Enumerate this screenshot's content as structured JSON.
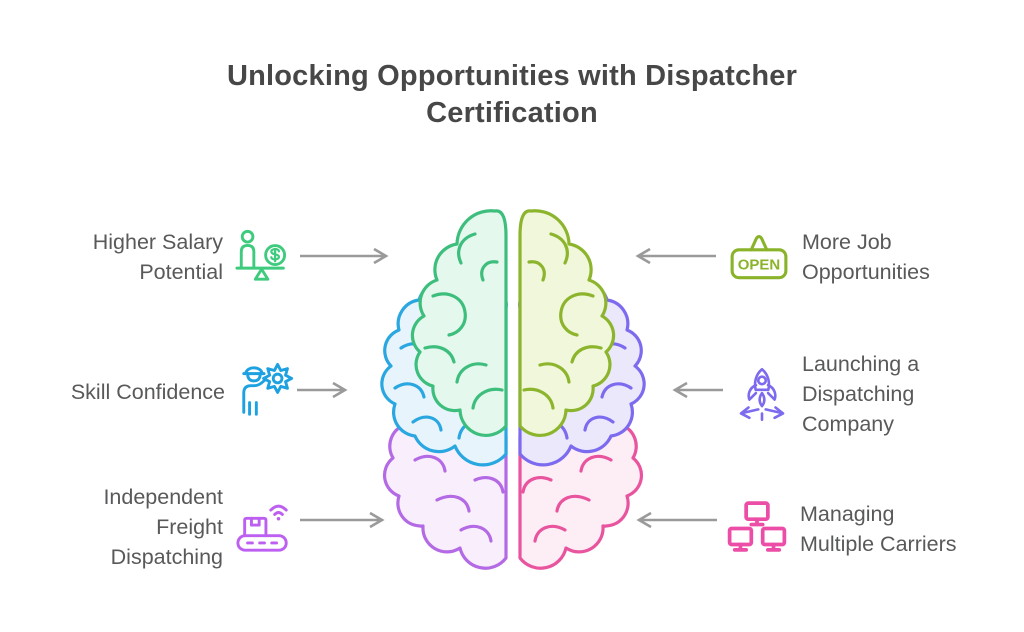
{
  "title": {
    "lines": [
      "Unlocking Opportunities with Dispatcher",
      "Certification"
    ],
    "color": "#474747"
  },
  "benefits": [
    {
      "lines": [
        "Higher Salary",
        "Potential"
      ],
      "icon": "salary-balance-icon",
      "color": "#3ecb7d",
      "side": "left"
    },
    {
      "lines": [
        "Skill Confidence"
      ],
      "icon": "skilled-person-gear-icon",
      "color": "#1da1e0",
      "side": "left"
    },
    {
      "lines": [
        "Independent",
        "Freight",
        "Dispatching"
      ],
      "icon": "freight-conveyor-icon",
      "color": "#bd5ff0",
      "side": "left"
    },
    {
      "lines": [
        "More Job",
        "Opportunities"
      ],
      "icon": "open-sign-icon",
      "color": "#8ab32a",
      "sign_text": "OPEN",
      "side": "right"
    },
    {
      "lines": [
        "Launching a",
        "Dispatching",
        "Company"
      ],
      "icon": "rocket-launch-icon",
      "color": "#7c6bee",
      "side": "right"
    },
    {
      "lines": [
        "Managing",
        "Multiple Carriers"
      ],
      "icon": "network-monitors-icon",
      "color": "#ec4da6",
      "side": "right"
    }
  ],
  "brain": {
    "lobes": {
      "left_frontal": {
        "stroke": "#3dbe7d",
        "fill": "#e5f8ee"
      },
      "left_middle": {
        "stroke": "#2aa7e0",
        "fill": "#e7f4fc"
      },
      "left_bottom": {
        "stroke": "#b36ae4",
        "fill": "#f9effc"
      },
      "right_frontal": {
        "stroke": "#8cb52d",
        "fill": "#f1f7da"
      },
      "right_middle": {
        "stroke": "#7c6bee",
        "fill": "#ebe8fb"
      },
      "right_bottom": {
        "stroke": "#e8549e",
        "fill": "#fdeef5"
      }
    }
  },
  "arrow_color": "#9a9a9a",
  "label_color": "#58595b",
  "background": "#ffffff"
}
